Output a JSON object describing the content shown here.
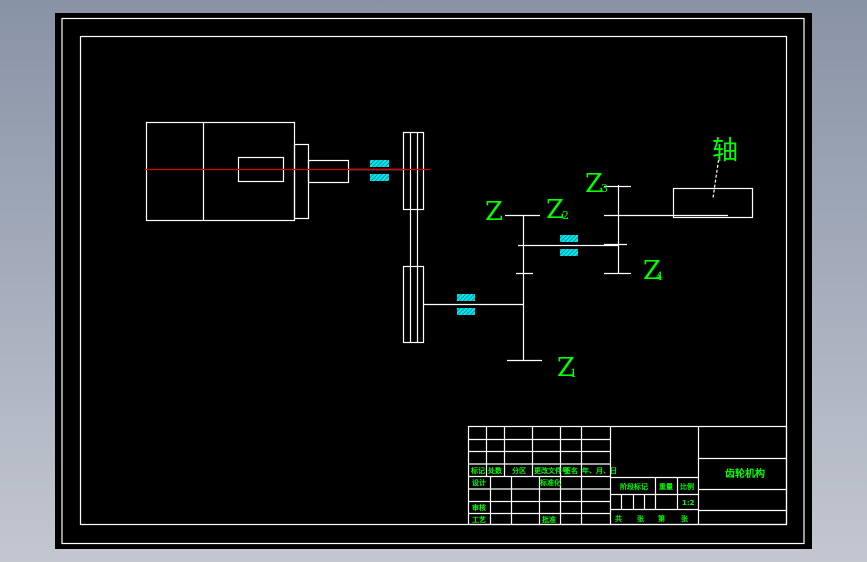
{
  "drawing": {
    "type": "CAD gear transmission schematic",
    "background_color": "#000000",
    "line_color": "#ffffff",
    "centerline_color": "#e00000",
    "label_color": "#00ff00",
    "bearing_color": "#00e5ee",
    "labels": {
      "z": "Z",
      "z1_main": "Z",
      "z1_sub": "1",
      "z2_main": "Z",
      "z2_sub": "2",
      "z3_main": "Z",
      "z3_sub": "3",
      "z4_main": "Z",
      "z4_sub": "4",
      "shaft": "轴"
    },
    "components": [
      "motor",
      "coupling",
      "belt-pulley",
      "input-shaft",
      "intermediate-shaft",
      "output-shaft",
      "gear-z",
      "gear-z1",
      "gear-z2",
      "gear-z3",
      "gear-z4",
      "bearings"
    ]
  },
  "title_block": {
    "header_row": [
      "标记",
      "处数",
      "分区",
      "更改文件号",
      "签名",
      "年、月、日"
    ],
    "rows": {
      "design": "设计",
      "standardization": "标准化",
      "review": "审核",
      "process": "工艺",
      "approve": "批准"
    },
    "stage_mark": "阶段标记",
    "weight": "重量",
    "scale_label": "比例",
    "scale_value": "1:2",
    "sheet_info": [
      "共",
      "张",
      "第",
      "张"
    ],
    "title": "齿轮机构"
  }
}
